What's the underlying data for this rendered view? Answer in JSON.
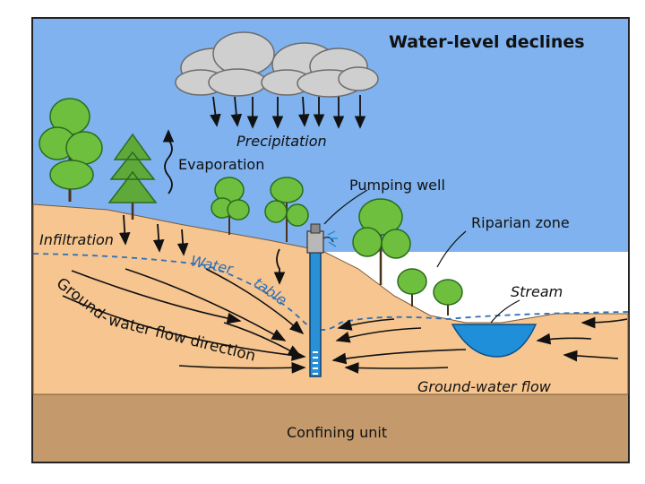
{
  "title": "Water-level declines",
  "labels": {
    "precipitation": "Precipitation",
    "evaporation": "Evaporation",
    "pumping_well": "Pumping well",
    "riparian_zone": "Riparian zone",
    "infiltration": "Infiltration",
    "water_table_1": "Water",
    "water_table_2": "table",
    "stream": "Stream",
    "gw_direction_1": "Ground-",
    "gw_direction_2": "water flow direction",
    "gw_flow": "Ground-water flow",
    "confining_unit": "Confining unit"
  },
  "colors": {
    "sky": "#7fb2ee",
    "ground": "#f6c590",
    "confining": "#c49a6c",
    "water": "#1e8fd8",
    "water_table_line": "#2f6fb5",
    "tree_green": "#6fbf3f",
    "tree_dark": "#3e8b2a",
    "cloud": "#cfcfcf"
  }
}
